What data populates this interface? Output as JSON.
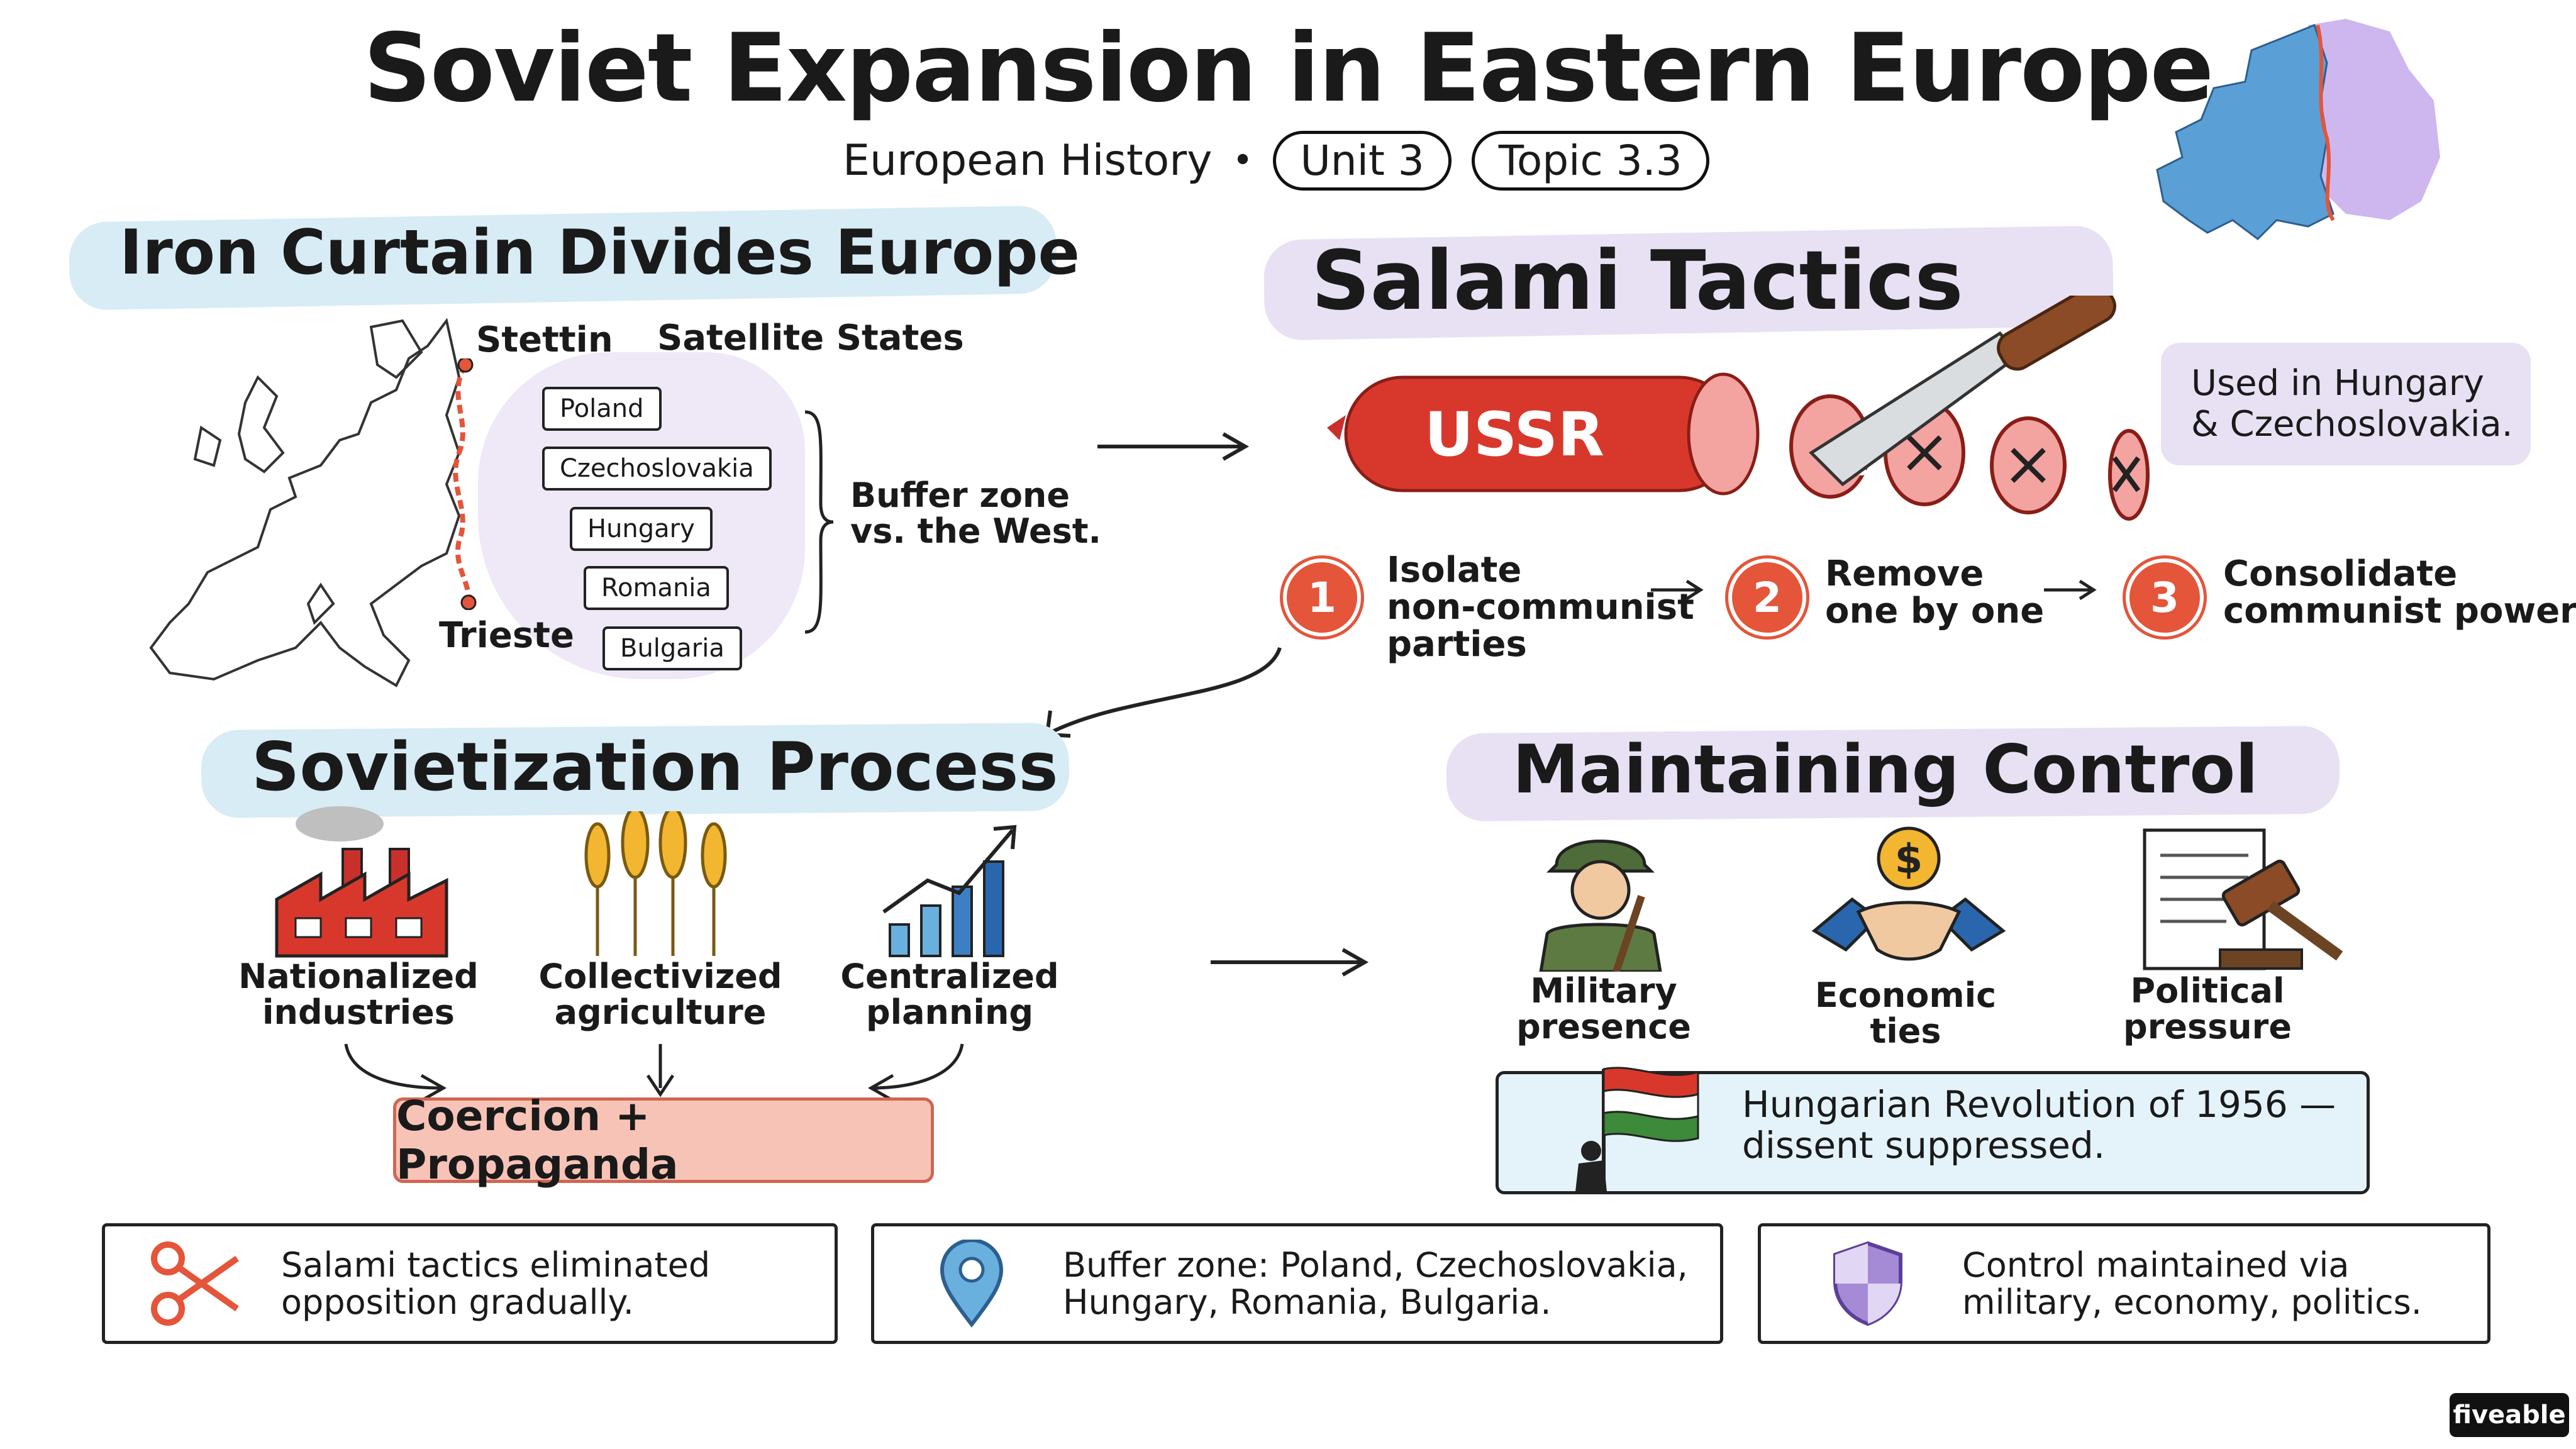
{
  "title": "Soviet Expansion in Eastern Europe",
  "subtitle": {
    "course": "European History",
    "separator": "•",
    "unit": "Unit 3",
    "topic": "Topic 3.3"
  },
  "iron_curtain": {
    "heading": "Iron Curtain Divides Europe",
    "top_city": "Stettin",
    "bottom_city": "Trieste",
    "satellite_label": "Satellite States",
    "states": [
      "Poland",
      "Czechoslovakia",
      "Hungary",
      "Romania",
      "Bulgaria"
    ],
    "buffer_line1": "Buffer zone",
    "buffer_line2": "vs. the West."
  },
  "salami": {
    "heading": "Salami Tactics",
    "sausage_label": "USSR",
    "note_line1": "Used in Hungary",
    "note_line2": "& Czechoslovakia.",
    "steps": [
      {
        "num": "1",
        "lines": [
          "Isolate",
          "non-communist",
          "parties"
        ]
      },
      {
        "num": "2",
        "lines": [
          "Remove",
          "one by one"
        ]
      },
      {
        "num": "3",
        "lines": [
          "Consolidate",
          "communist power"
        ]
      }
    ]
  },
  "sovietization": {
    "heading": "Sovietization Process",
    "items": [
      {
        "icon": "factory-icon",
        "line1": "Nationalized",
        "line2": "industries"
      },
      {
        "icon": "wheat-icon",
        "line1": "Collectivized",
        "line2": "agriculture"
      },
      {
        "icon": "growth-chart-icon",
        "line1": "Centralized",
        "line2": "planning"
      }
    ],
    "result": "Coercion + Propaganda"
  },
  "control": {
    "heading": "Maintaining Control",
    "items": [
      {
        "icon": "soldier-icon",
        "line1": "Military",
        "line2": "presence"
      },
      {
        "icon": "handshake-dollar-icon",
        "line1": "Economic",
        "line2": "ties"
      },
      {
        "icon": "gavel-document-icon",
        "line1": "Political",
        "line2": "pressure"
      }
    ],
    "banner_line1": "Hungarian Revolution of 1956 —",
    "banner_line2": "dissent suppressed."
  },
  "summary": [
    {
      "icon": "scissors-icon",
      "line1": "Salami tactics eliminated",
      "line2": "opposition gradually."
    },
    {
      "icon": "location-pin-icon",
      "line1": "Buffer zone: Poland, Czechoslovakia,",
      "line2": "Hungary, Romania, Bulgaria."
    },
    {
      "icon": "shield-icon",
      "line1": "Control maintained via",
      "line2": "military, economy, politics."
    }
  ],
  "brand": "fiveable",
  "colors": {
    "accent_red": "#e4553a",
    "blue_band": "#d7ecf5",
    "purple_band": "#e8e1f4",
    "coercion_fill": "#f7c3b7",
    "banner_fill": "#e4f3fa"
  }
}
